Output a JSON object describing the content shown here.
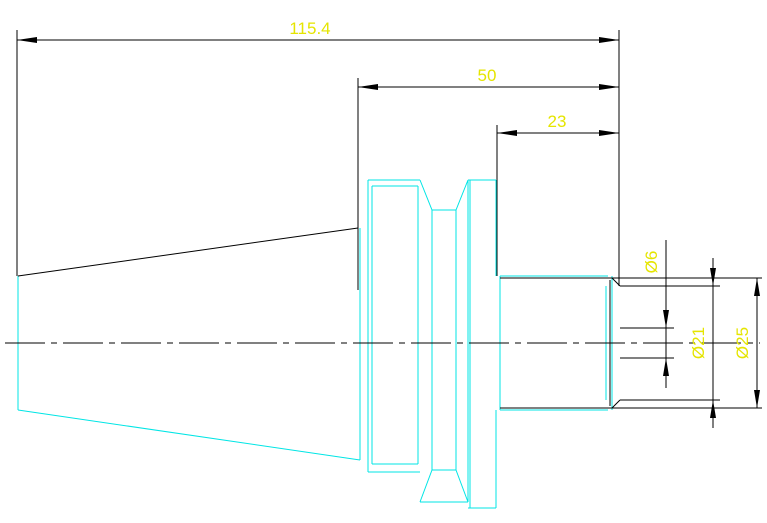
{
  "drawing": {
    "dimensions": {
      "overall_length": "115.4",
      "length_50": "50",
      "length_23": "23",
      "dia_6": "Ø6",
      "dia_21": "Ø21",
      "dia_25": "Ø25"
    }
  },
  "colors": {
    "background": "#ffffff",
    "outline": "#00e5e5",
    "dimension_line": "#000000",
    "dimension_text": "#e5e500",
    "centerline": "#000000"
  }
}
